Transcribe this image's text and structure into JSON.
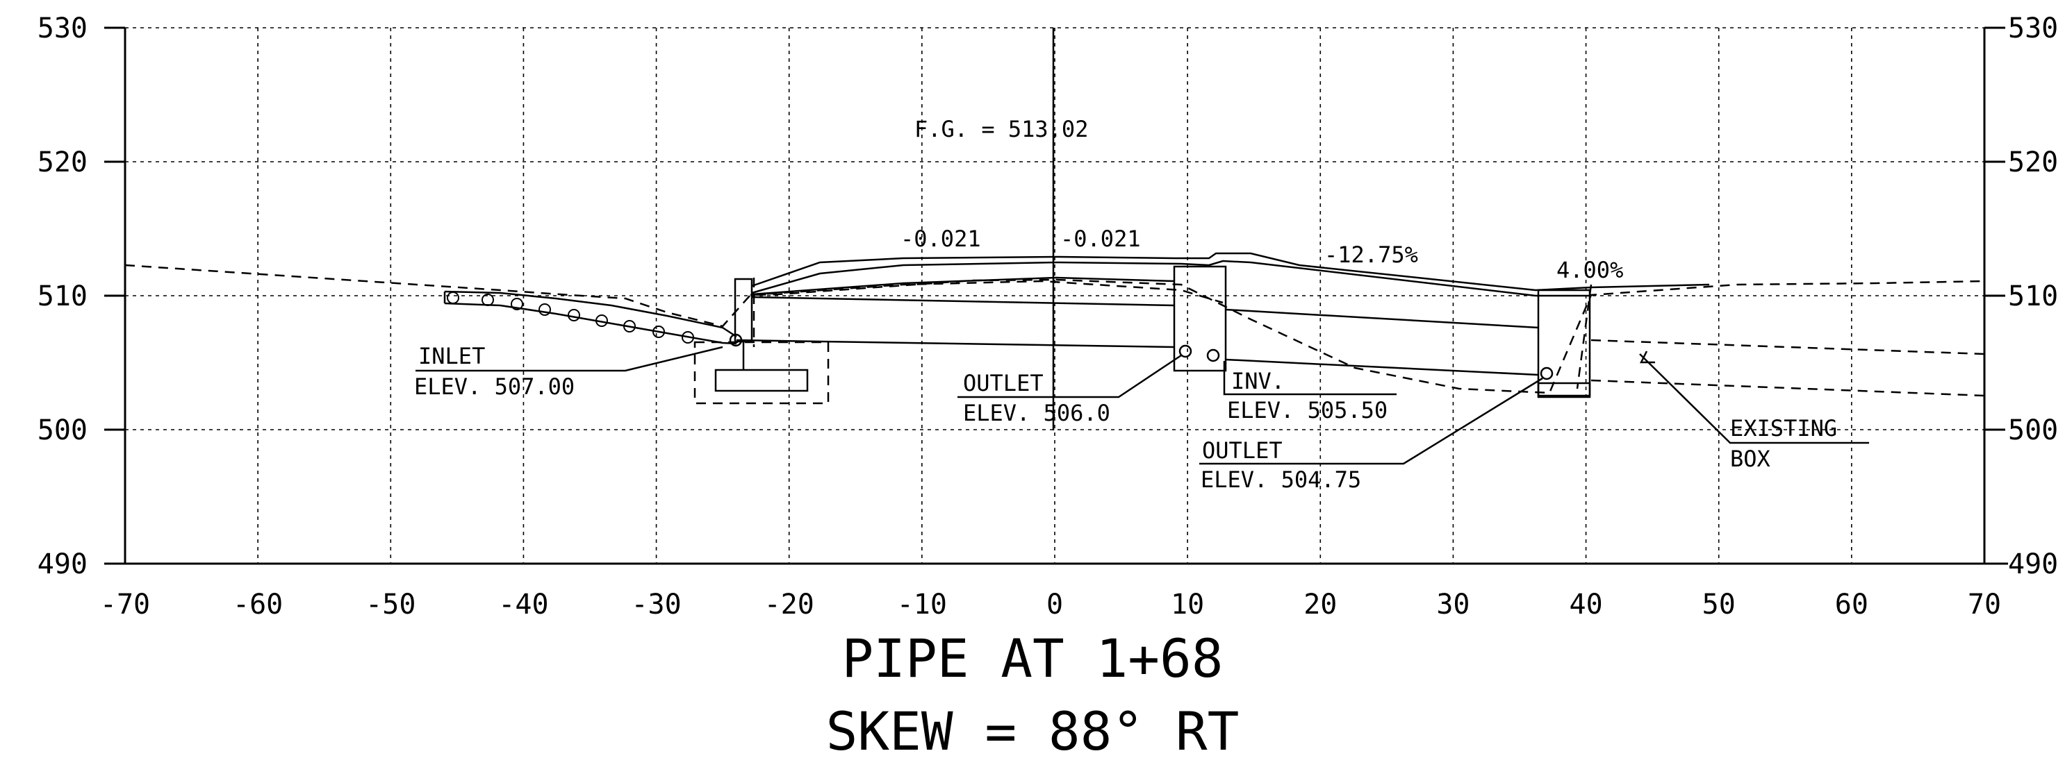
{
  "drawing": {
    "title": "PIPE AT 1+68",
    "subtitle": "SKEW = 88° RT",
    "x_ticks": [
      "-70",
      "-60",
      "-50",
      "-40",
      "-30",
      "-20",
      "-10",
      "0",
      "10",
      "20",
      "30",
      "40",
      "50",
      "60",
      "70"
    ],
    "y_ticks": [
      "490",
      "500",
      "510",
      "520",
      "530"
    ],
    "annotations": {
      "fg": "F.G. = 513.02",
      "slope_left": "-0.021",
      "slope_right": "-0.021",
      "slope_steep": "-12.75%",
      "slope_end": "4.00%",
      "inlet_label": "INLET",
      "inlet_elev": "ELEV. 507.00",
      "outlet1_label": "OUTLET",
      "outlet1_elev": "ELEV. 506.0",
      "inv_label": "INV.",
      "inv_elev": "ELEV. 505.50",
      "outlet2_label": "OUTLET",
      "outlet2_elev": "ELEV. 504.75",
      "existing_label": "EXISTING",
      "box_label": "BOX"
    }
  },
  "chart_data": {
    "type": "line",
    "title": "PIPE AT 1+68",
    "subtitle": "SKEW = 88° RT",
    "xlim": [
      -70,
      70
    ],
    "ylim": [
      490,
      530
    ],
    "x_ticks": [
      -70,
      -60,
      -50,
      -40,
      -30,
      -20,
      -10,
      0,
      10,
      20,
      30,
      40,
      50,
      60,
      70
    ],
    "y_ticks": [
      490,
      500,
      510,
      520,
      530
    ],
    "grid": true,
    "series": [
      {
        "x": [
          -70,
          -60,
          -50,
          -40,
          -35,
          -30,
          -25,
          -20,
          -10,
          0,
          10,
          20,
          30,
          40,
          50,
          60,
          70
        ],
        "y": [
          512.4,
          511.7,
          511,
          510.2,
          510,
          509.5,
          507.8,
          510.4,
          511,
          511.2,
          510.8,
          507,
          504,
          510,
          510.8,
          510.9,
          511.1
        ]
      },
      {
        "x": [
          -45,
          -40,
          -35,
          -30,
          -27,
          -24,
          -23,
          -20,
          -10,
          0,
          10,
          13,
          37,
          40,
          50
        ],
        "y": [
          510.4,
          510,
          509,
          508,
          507.5,
          507,
          511.2,
          512.5,
          512.8,
          512.9,
          513,
          513.2,
          510.8,
          510.8,
          511
        ]
      },
      {
        "x": [
          -24,
          10,
          12,
          37
        ],
        "y": [
          507,
          506,
          505.5,
          504.75
        ]
      }
    ],
    "annotations": [
      {
        "text": "F.G. = 513.02",
        "x": -10,
        "y": 513.02
      },
      {
        "text": "INLET ELEV. 507.00",
        "x": -24,
        "y": 507.0
      },
      {
        "text": "OUTLET ELEV. 506.0",
        "x": 10,
        "y": 506.0
      },
      {
        "text": "INV. ELEV. 505.50",
        "x": 12,
        "y": 505.5
      },
      {
        "text": "OUTLET ELEV. 504.75",
        "x": 37,
        "y": 504.75
      },
      {
        "text": "EXISTING BOX",
        "x": 45,
        "y": 506
      },
      {
        "text": "-0.021",
        "x": -8,
        "y": 513
      },
      {
        "text": "-0.021",
        "x": 4,
        "y": 513
      },
      {
        "text": "-12.75%",
        "x": 25,
        "y": 512
      },
      {
        "text": "4.00%",
        "x": 41,
        "y": 511
      }
    ]
  }
}
